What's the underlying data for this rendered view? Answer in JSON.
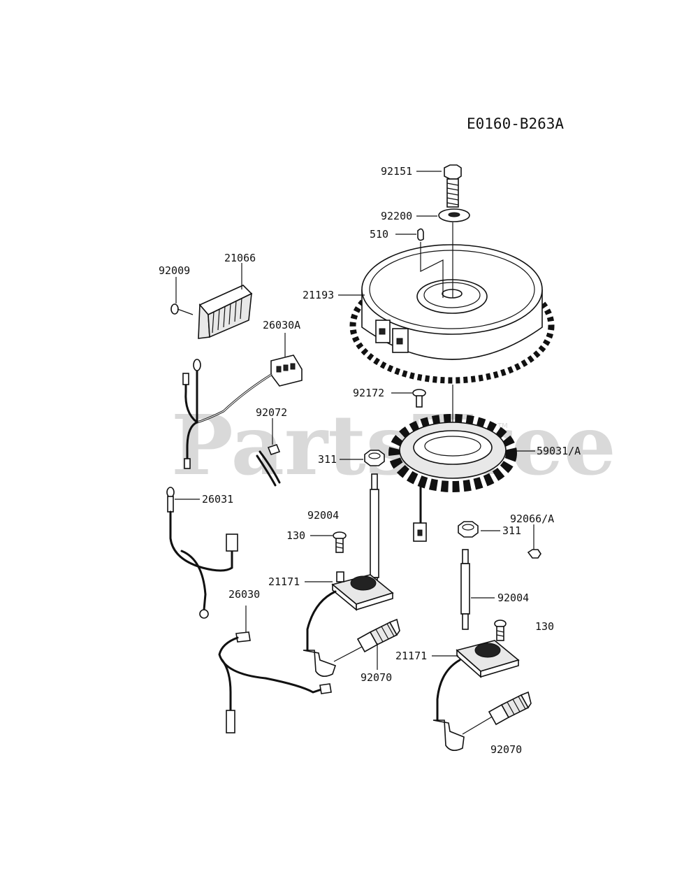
{
  "diagram_code": "E0160-B263A",
  "watermark": "PartsTree",
  "watermark_mark": "TM",
  "callouts": {
    "c92151": "92151",
    "c92200": "92200",
    "c510": "510",
    "c21193": "21193",
    "c92009": "92009",
    "c21066": "21066",
    "c26030A": "26030A",
    "c92072": "92072",
    "c92172": "92172",
    "c311_a": "311",
    "c59031A": "59031/A",
    "c26031": "26031",
    "c92004_a": "92004",
    "c130_a": "130",
    "c92066A": "92066/A",
    "c311_b": "311",
    "c21171_a": "21171",
    "c92004_b": "92004",
    "c26030": "26030",
    "c130_b": "130",
    "c92070_a": "92070",
    "c21171_b": "21171",
    "c92070_b": "92070"
  }
}
